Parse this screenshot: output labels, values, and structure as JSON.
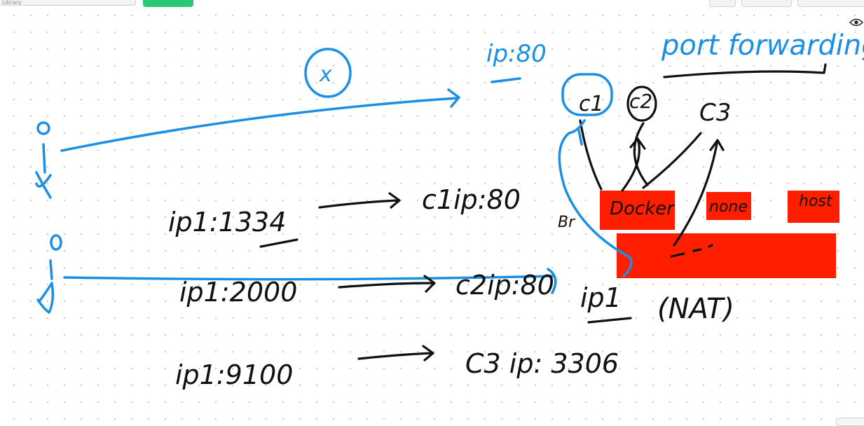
{
  "toolbar": {
    "library_label": "Library"
  },
  "colors": {
    "ink_blue": "#1b8fe3",
    "ink_black": "#111111",
    "block_red": "#ff1e00",
    "accent_green": "#2bc873"
  },
  "icons": {
    "view": "eye-icon"
  },
  "labels": {
    "top_ip": "ip:80",
    "port_forwarding": "port forwarding",
    "x_mark": "x",
    "c1": "c1",
    "c2": "c2",
    "c3": "C3",
    "br": "Br",
    "docker_box": "Docker",
    "none_box": "none",
    "host_box": "host",
    "row1_left": "ip1:1334",
    "row1_right": "c1ip:80",
    "row2_left": "ip1:2000",
    "row2_right": "c2ip:80",
    "row3_left": "ip1:9100",
    "row3_right": "C3 ip: 3306",
    "ip1": "ip1",
    "nat": "(NAT)"
  }
}
